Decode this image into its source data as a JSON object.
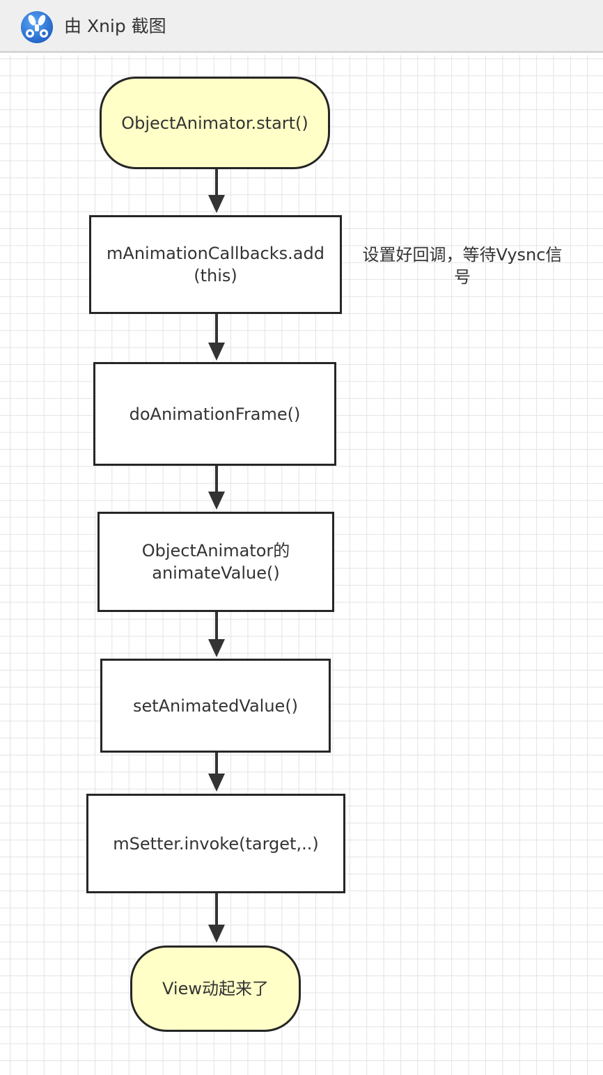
{
  "titlebar": {
    "text": "由 Xnip 截图",
    "icon": "xnip-app-icon"
  },
  "diagram": {
    "nodes": [
      {
        "id": "start",
        "shape": "terminal",
        "label": "ObjectAnimator.start()"
      },
      {
        "id": "add-callback",
        "shape": "process",
        "label": "mAnimationCallbacks.add\n(this)"
      },
      {
        "id": "do-frame",
        "shape": "process",
        "label": "doAnimationFrame()"
      },
      {
        "id": "animate-value",
        "shape": "process",
        "label": "ObjectAnimator的\nanimateValue()"
      },
      {
        "id": "set-value",
        "shape": "process",
        "label": "setAnimatedValue()"
      },
      {
        "id": "invoke",
        "shape": "process",
        "label": "mSetter.invoke(target,..)"
      },
      {
        "id": "end",
        "shape": "terminal",
        "label": "View动起来了"
      }
    ],
    "edges": [
      {
        "from": "start",
        "to": "add-callback"
      },
      {
        "from": "add-callback",
        "to": "do-frame"
      },
      {
        "from": "do-frame",
        "to": "animate-value"
      },
      {
        "from": "animate-value",
        "to": "set-value"
      },
      {
        "from": "set-value",
        "to": "invoke"
      },
      {
        "from": "invoke",
        "to": "end"
      }
    ],
    "annotation": "设置好回调，等待Vysnc信\n号"
  },
  "colors": {
    "terminal_fill": "#ffffc7",
    "process_fill": "#ffffff",
    "stroke": "#262626",
    "grid": "#e3e3e3"
  }
}
